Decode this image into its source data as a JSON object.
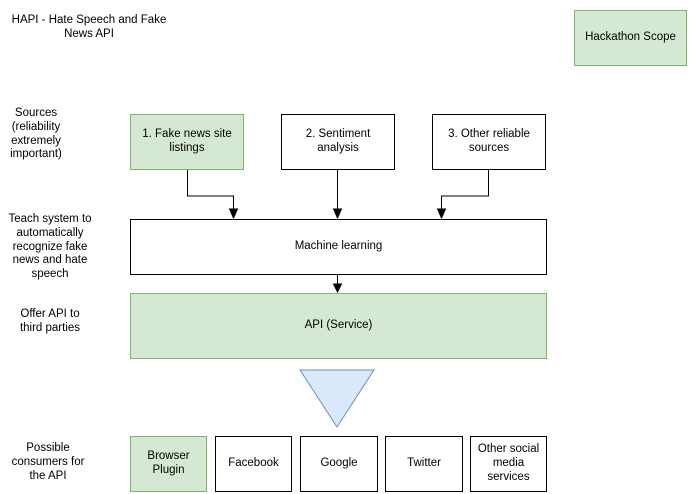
{
  "title": "HAPI - Hate Speech and Fake News API",
  "scope": {
    "label": "Hackathon Scope"
  },
  "side_labels": [
    {
      "text": "Sources (reliability extremely important)"
    },
    {
      "text": "Teach system to automatically recognize fake news and hate speech"
    },
    {
      "text": "Offer API to third parties"
    },
    {
      "text": "Possible consumers for the API"
    }
  ],
  "sources": [
    {
      "label": "1. Fake news site listings",
      "highlighted": true
    },
    {
      "label": "2. Sentiment analysis",
      "highlighted": false
    },
    {
      "label": "3. Other reliable sources",
      "highlighted": false
    }
  ],
  "machine_learning": {
    "label": "Machine learning"
  },
  "api_service": {
    "label": "API (Service)"
  },
  "consumers": [
    {
      "label": "Browser Plugin",
      "highlighted": true
    },
    {
      "label": "Facebook",
      "highlighted": false
    },
    {
      "label": "Google",
      "highlighted": false
    },
    {
      "label": "Twitter",
      "highlighted": false
    },
    {
      "label": "Other social media services",
      "highlighted": false
    }
  ],
  "colors": {
    "green_fill": "#d5e8d4",
    "green_border": "#82b366",
    "blue_fill": "#dae8fc",
    "blue_border": "#6c8ebf",
    "box_border": "#000000",
    "line_color": "#000000",
    "background": "#ffffff"
  }
}
